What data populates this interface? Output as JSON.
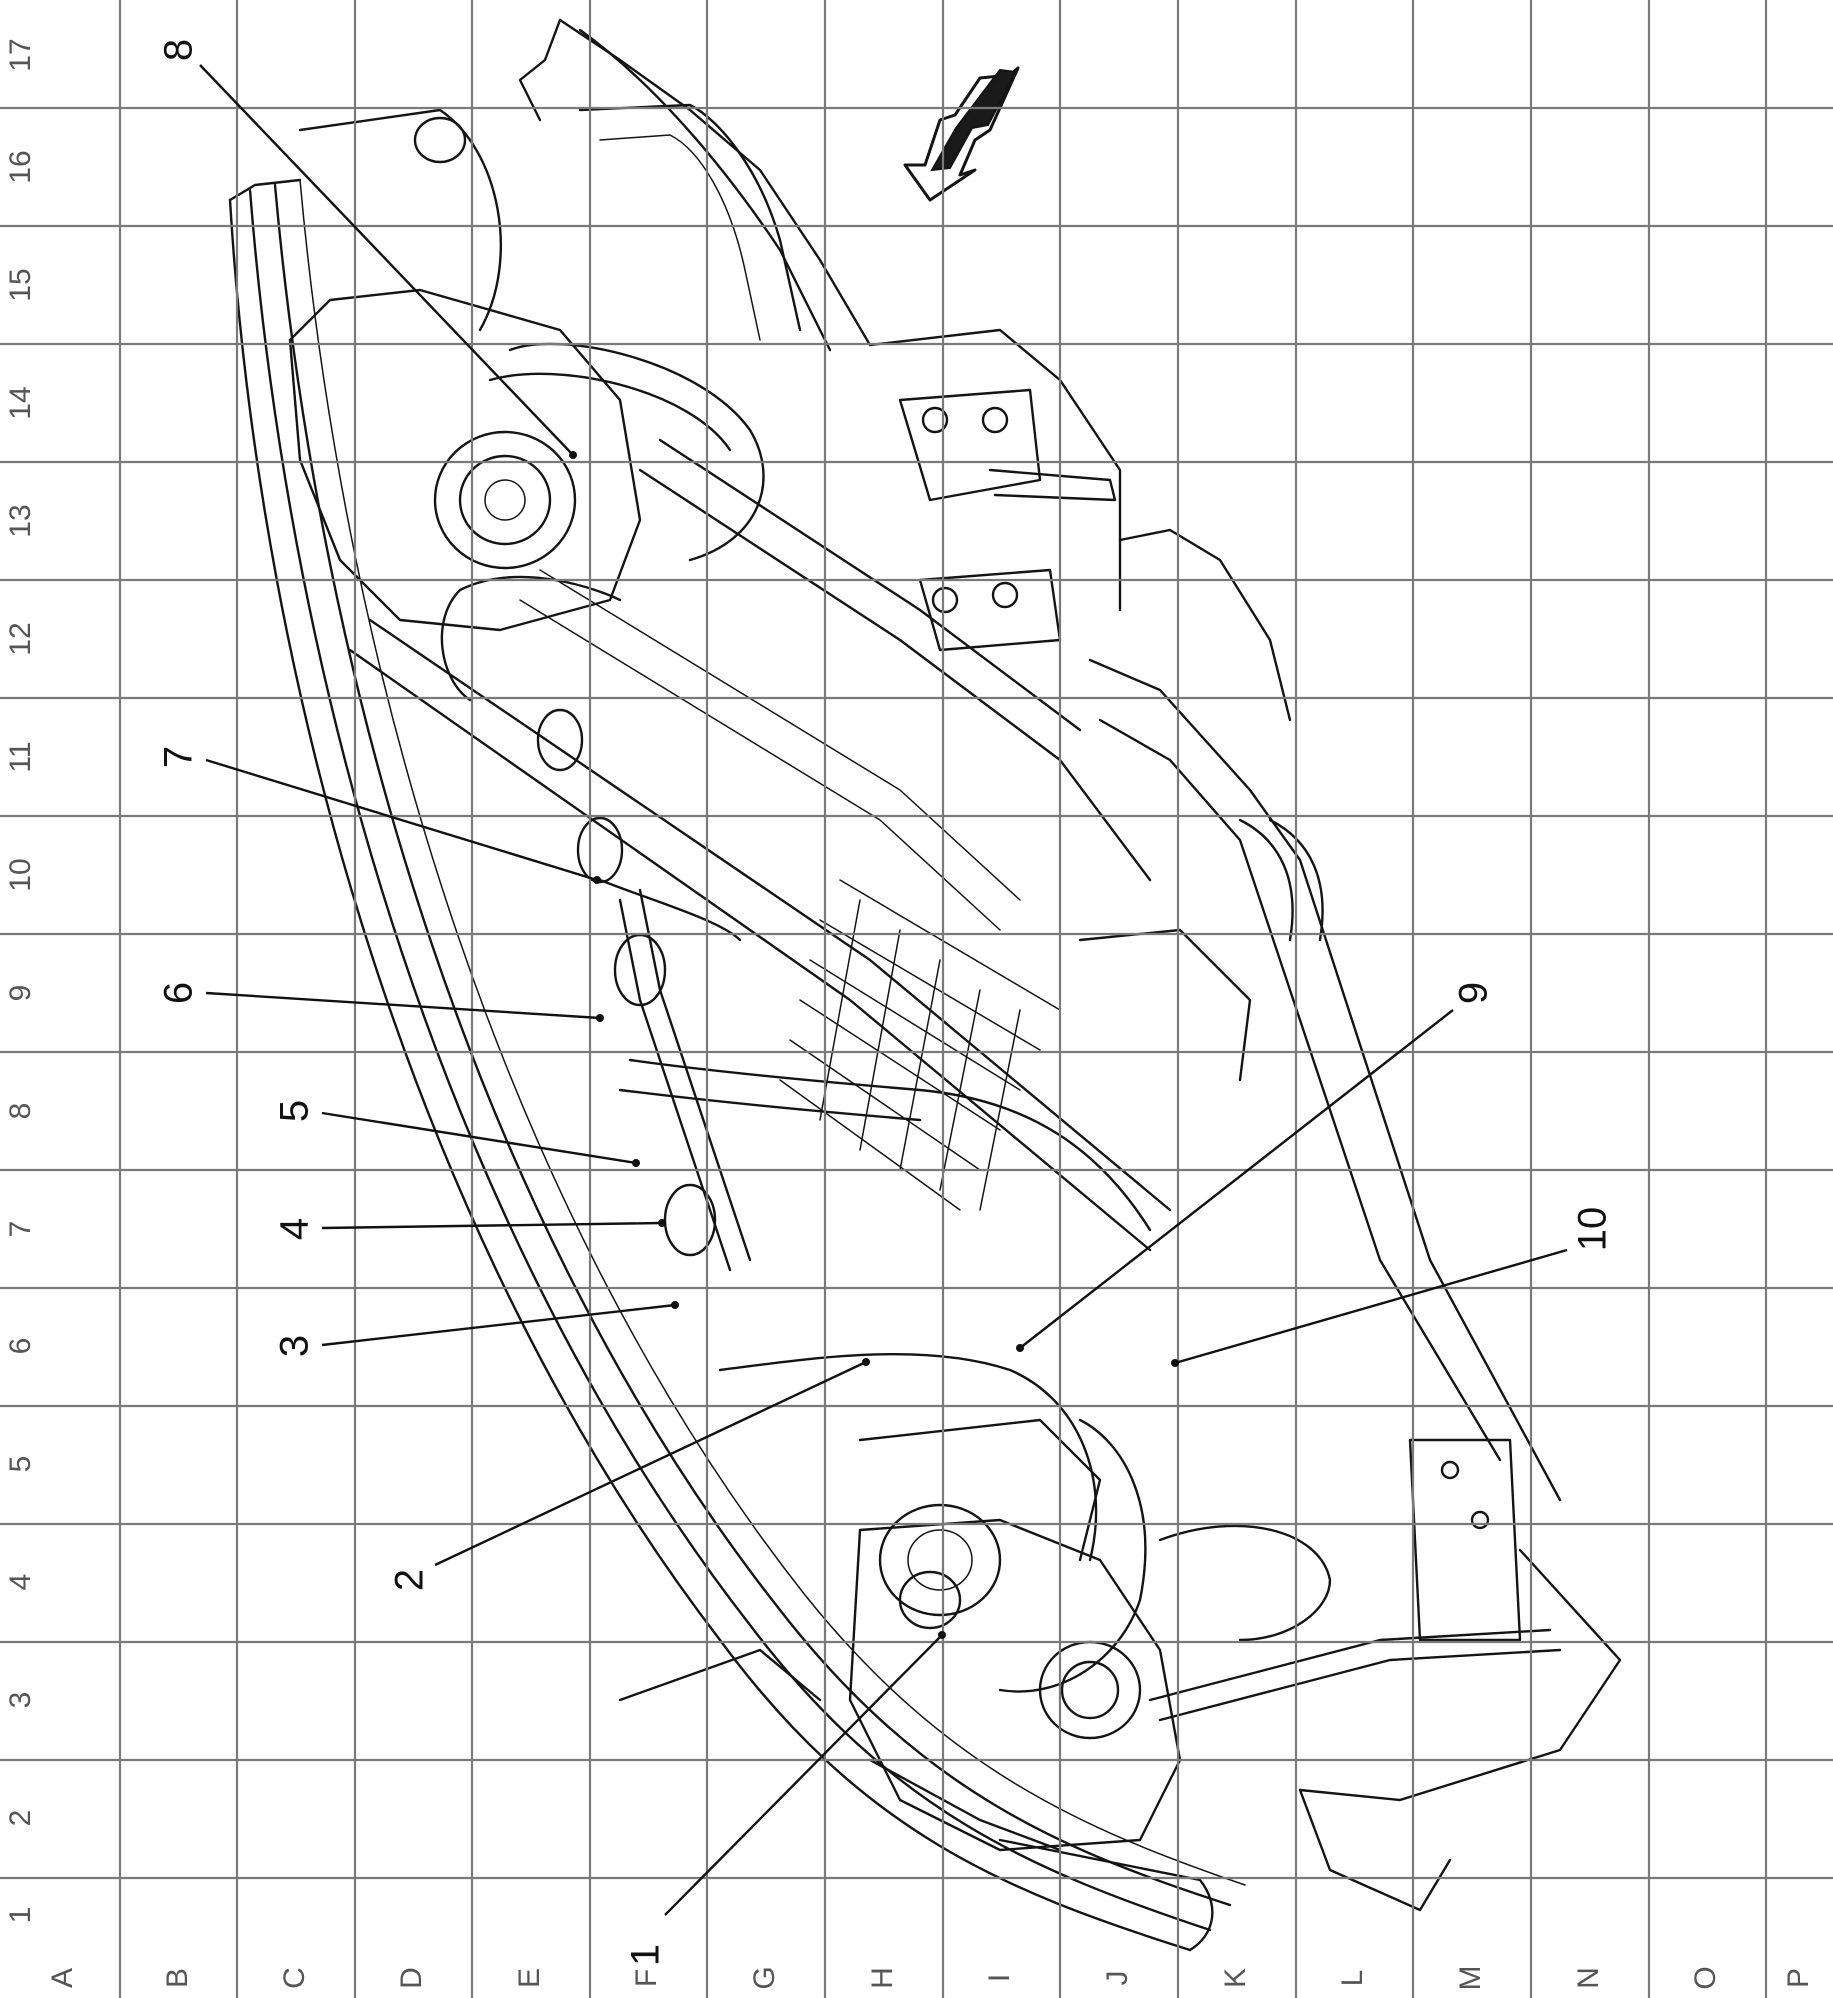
{
  "grid": {
    "columns": [
      "A",
      "B",
      "C",
      "D",
      "E",
      "F",
      "G",
      "H",
      "I",
      "J",
      "K",
      "L",
      "M",
      "N",
      "O",
      "P"
    ],
    "rows": [
      "1",
      "2",
      "3",
      "4",
      "5",
      "6",
      "7",
      "8",
      "9",
      "10",
      "11",
      "12",
      "13",
      "14",
      "15",
      "16",
      "17"
    ]
  },
  "callouts": [
    {
      "id": "1",
      "label": "1"
    },
    {
      "id": "2",
      "label": "2"
    },
    {
      "id": "3",
      "label": "3"
    },
    {
      "id": "4",
      "label": "4"
    },
    {
      "id": "5",
      "label": "5"
    },
    {
      "id": "6",
      "label": "6"
    },
    {
      "id": "7",
      "label": "7"
    },
    {
      "id": "8",
      "label": "8"
    },
    {
      "id": "9",
      "label": "9"
    },
    {
      "id": "10",
      "label": "10"
    }
  ],
  "icons": [
    "direction-arrow-icon"
  ]
}
